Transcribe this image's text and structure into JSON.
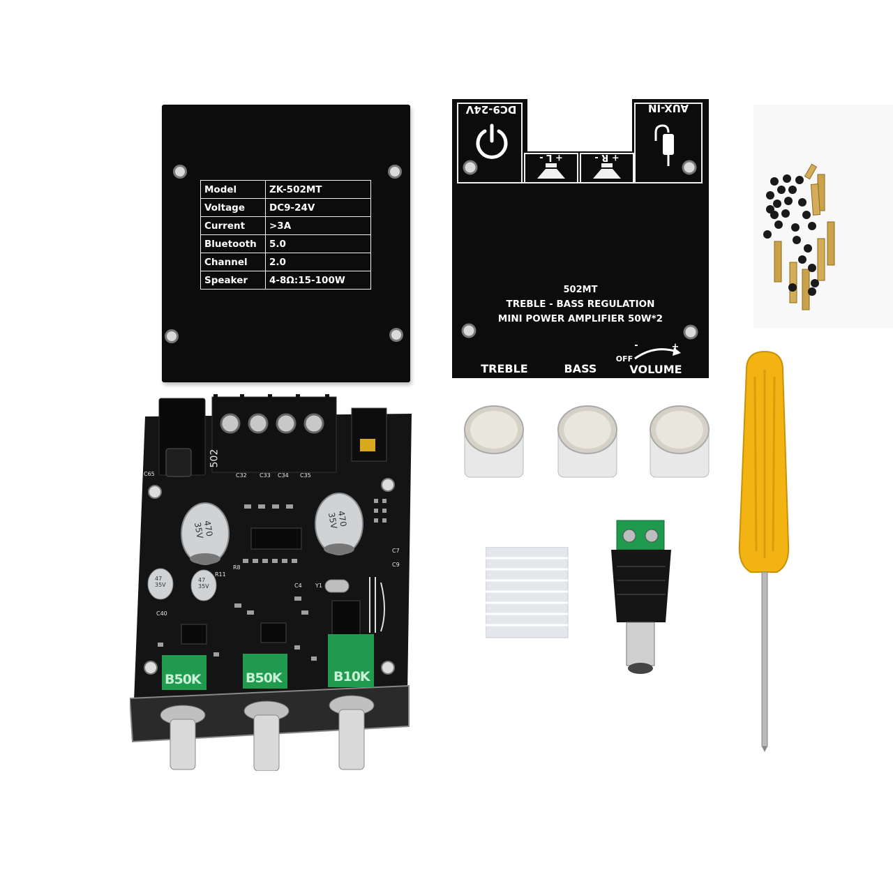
{
  "spec_plate": {
    "rows": [
      {
        "key": "Model",
        "value": "ZK-502MT"
      },
      {
        "key": "Voltage",
        "value": "DC9-24V"
      },
      {
        "key": "Current",
        "value": ">3A"
      },
      {
        "key": "Bluetooth",
        "value": "5.0"
      },
      {
        "key": "Channel",
        "value": "2.0"
      },
      {
        "key": "Speaker",
        "value": "4-8Ω:15-100W"
      }
    ]
  },
  "front_panel": {
    "power_label": "DC9-24V",
    "aux_label": "AUX-IN",
    "left_label": "+ L -",
    "right_label": "+ R -",
    "model": "502MT",
    "line1": "TREBLE - BASS REGULATION",
    "line2": "MINI POWER AMPLIFIER 50W*2",
    "treble": "TREBLE",
    "bass": "BASS",
    "volume": "VOLUME",
    "off": "OFF",
    "minus": "-",
    "plus": "+"
  },
  "board": {
    "silk_model": "502",
    "pots": [
      "B50K",
      "B50K",
      "B10K"
    ],
    "caps_large": [
      "470\n35V",
      "470\n35V"
    ],
    "caps_small": [
      "47\n35V",
      "47\n35V"
    ],
    "silk_labels": [
      "C32",
      "C33",
      "C34",
      "C35",
      "C65",
      "C40",
      "Y1",
      "C9",
      "C7",
      "R8",
      "R11",
      "C4"
    ]
  },
  "colors": {
    "plate": "#0c0c0c",
    "pcb": "#141414",
    "pot_green": "#1f9a4e",
    "screwdriver_handle": "#f2b313",
    "brass": "#c9a24a"
  }
}
